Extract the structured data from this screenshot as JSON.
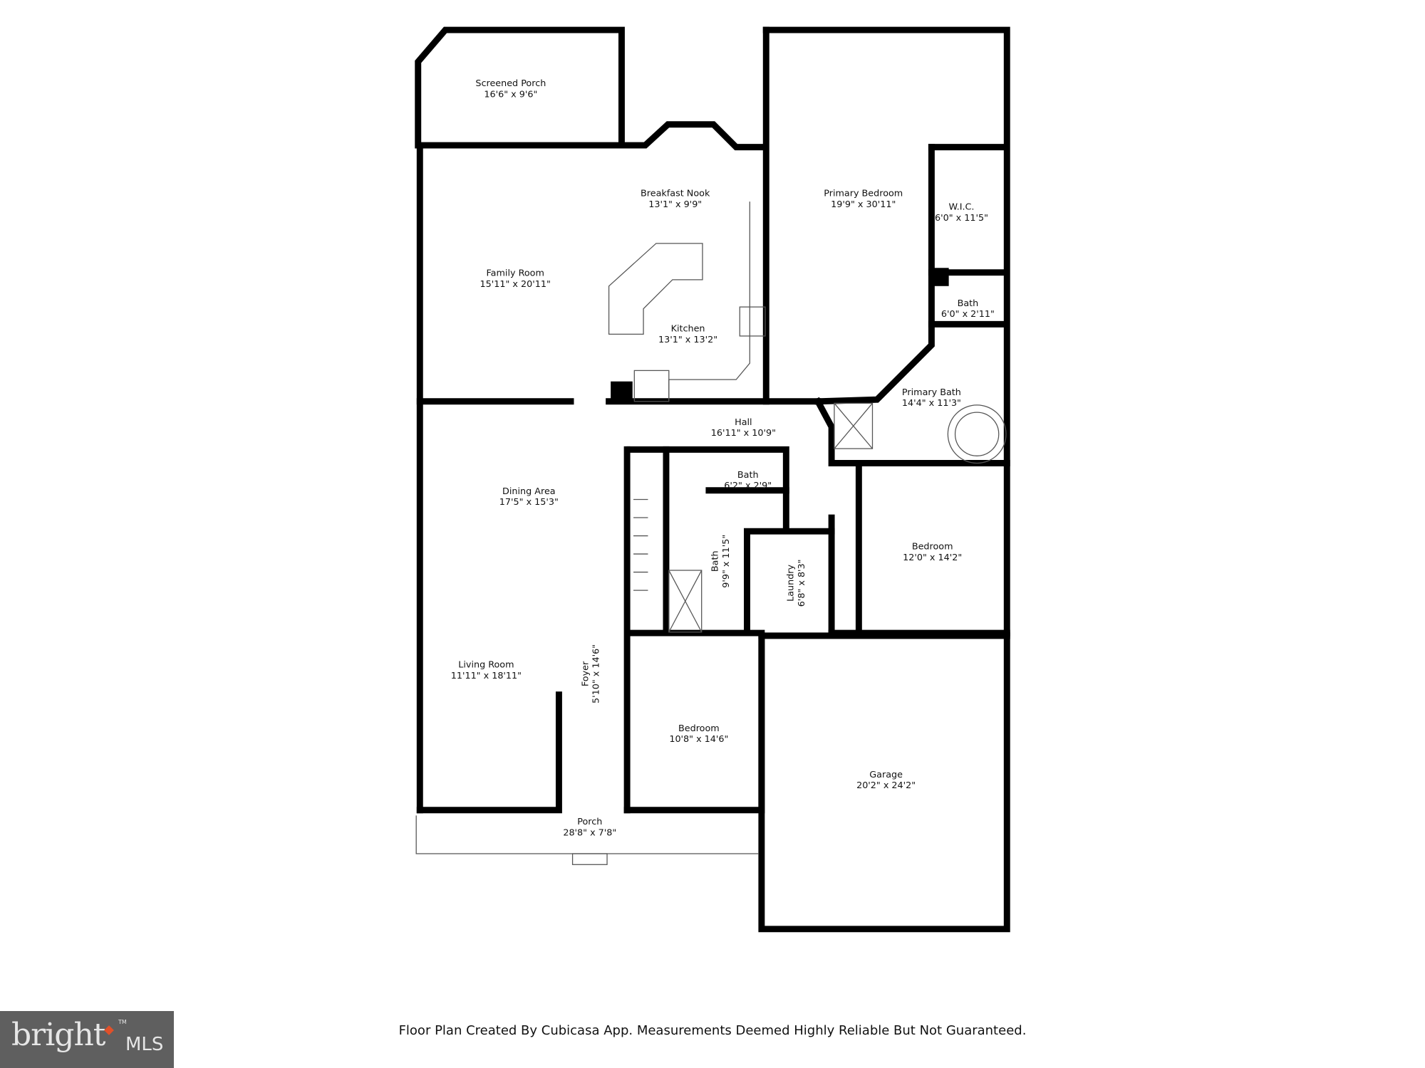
{
  "rooms": [
    {
      "name": "Screened Porch",
      "dims": "16'6\" x 9'6\""
    },
    {
      "name": "Breakfast Nook",
      "dims": "13'1\" x 9'9\""
    },
    {
      "name": "Primary Bedroom",
      "dims": "19'9\" x 30'11\""
    },
    {
      "name": "W.I.C.",
      "dims": "6'0\" x 11'5\""
    },
    {
      "name": "Family Room",
      "dims": "15'11\" x 20'11\""
    },
    {
      "name": "Bath",
      "dims": "6'0\" x 2'11\""
    },
    {
      "name": "Kitchen",
      "dims": "13'1\" x 13'2\""
    },
    {
      "name": "Primary Bath",
      "dims": "14'4\" x 11'3\""
    },
    {
      "name": "Hall",
      "dims": "16'11\" x 10'9\""
    },
    {
      "name": "Bath",
      "dims": "6'2\" x 2'9\""
    },
    {
      "name": "Dining Area",
      "dims": "17'5\" x 15'3\""
    },
    {
      "name": "Bedroom",
      "dims": "12'0\" x 14'2\""
    },
    {
      "name": "Bath",
      "dims": "9'9\" x 11'5\""
    },
    {
      "name": "Laundry",
      "dims": "6'8\" x 8'3\""
    },
    {
      "name": "Living Room",
      "dims": "11'11\" x 18'11\""
    },
    {
      "name": "Foyer",
      "dims": "5'10\" x 14'6\""
    },
    {
      "name": "Bedroom",
      "dims": "10'8\" x 14'6\""
    },
    {
      "name": "Garage",
      "dims": "20'2\" x 24'2\""
    },
    {
      "name": "Porch",
      "dims": "28'8\" x 7'8\""
    }
  ],
  "footer_note": "Floor Plan Created By Cubicasa App. Measurements Deemed Highly Reliable But Not Guaranteed.",
  "logo": {
    "text": "bright",
    "suffix": "MLS",
    "tm": "TM",
    "accent": "#e0502a",
    "background": "#5f5f5f"
  }
}
